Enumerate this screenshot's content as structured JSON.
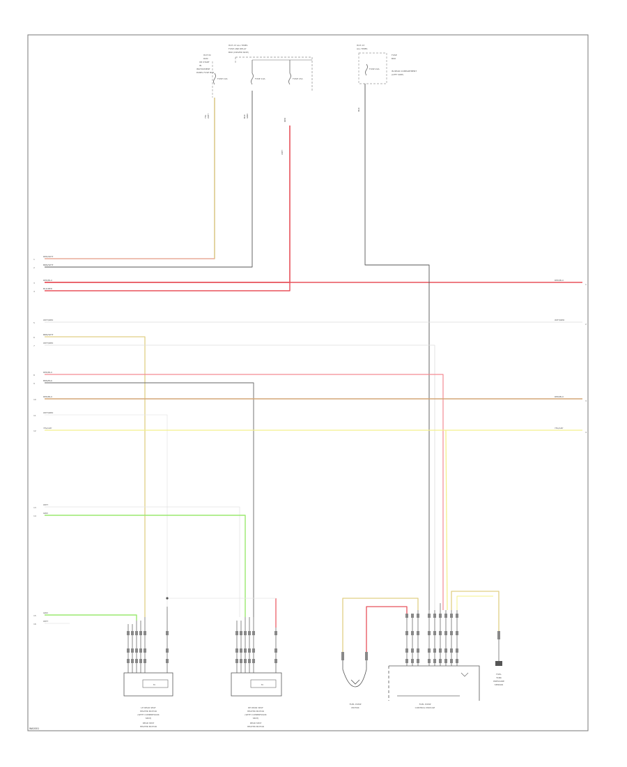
{
  "diagram": {
    "footer_code": "WA0001",
    "colors": {
      "red": "#e8505a",
      "yellow": "#f2ef6e",
      "green": "#9ae86e",
      "tan": "#d7c27a",
      "gray": "#555555",
      "lightgray": "#c8c8c8",
      "frame": "#777777"
    },
    "fuse_block_1": {
      "header": [
        "HOT AT ALL TIMES",
        "FUSE AND RELAY",
        "BOX (DRIVER SIDE)"
      ],
      "left_labels": [
        "HOT IN",
        "RUN",
        "OR START",
        "IN",
        "INSTRUMENT",
        "PANEL FUSE BOX"
      ],
      "fuses": [
        "FUSE 10A",
        "FUSE 10A",
        "FUSE 15A"
      ],
      "wire_labels": [
        "WHT",
        "YEL",
        "GRN",
        "BLK",
        "RED",
        "WHT"
      ]
    },
    "fuse_block_2": {
      "header": [
        "HOT AT",
        "ALL TIMES"
      ],
      "fuse": "FUSE 20A",
      "right_labels": [
        "FUSE",
        "BOX",
        "IN REAR COMPARTMENT",
        "(LEFT SIDE)"
      ],
      "wire_label": "BLK"
    },
    "left_buses": [
      {
        "num": "1",
        "label": "RED/WHT"
      },
      {
        "num": "2",
        "label": "BRN/WHT"
      },
      {
        "num": "3",
        "label": "RED/BLU"
      },
      {
        "num": "4",
        "label": "BLK/RED"
      },
      {
        "num": "5",
        "label": "WHT/RED"
      },
      {
        "num": "6",
        "label": "BRN/WHT"
      },
      {
        "num": "7",
        "label": "WHT/RED"
      },
      {
        "num": "8",
        "label": "RED/BLU"
      },
      {
        "num": "9",
        "label": "BRN/BLK"
      },
      {
        "num": "10",
        "label": "RED/BLU"
      },
      {
        "num": "11",
        "label": "WHT/RED"
      },
      {
        "num": "12",
        "label": "YEL/GRY"
      },
      {
        "num": "13",
        "label": "WHT"
      },
      {
        "num": "14",
        "label": "GRN"
      },
      {
        "num": "15",
        "label": "GRN"
      },
      {
        "num": "16",
        "label": "WHT"
      }
    ],
    "right_buses": [
      {
        "num": "1",
        "label": "RED/BLU"
      },
      {
        "num": "2",
        "label": "WHT/RED"
      },
      {
        "num": "3",
        "label": "RED/BLU"
      },
      {
        "num": "4",
        "label": "YEL/GRY"
      }
    ],
    "components": {
      "left_motor": {
        "name": [
          "LH REAR SEAT",
          "HEATER MOTOR",
          "(WITH COMPRESSOR",
          "SEAT)",
          "REAR SEAT",
          "HEATER MOTOR"
        ],
        "module_label": "M"
      },
      "right_motor": {
        "name": [
          "RH REAR SEAT",
          "HEATER MOTOR",
          "(WITH COMPRESSOR",
          "SEAT)",
          "REAR SEAT",
          "HEATER MOTOR"
        ],
        "module_label": "M"
      },
      "fuel_pump": {
        "name": [
          "FUEL PUMP",
          "MOTOR"
        ]
      },
      "control_module": {
        "name": [
          "FUEL PUMP",
          "CONTROL MODULE"
        ]
      },
      "sensor": {
        "name": [
          "FUEL",
          "TANK",
          "PRESSURE",
          "SENSOR"
        ]
      }
    }
  }
}
